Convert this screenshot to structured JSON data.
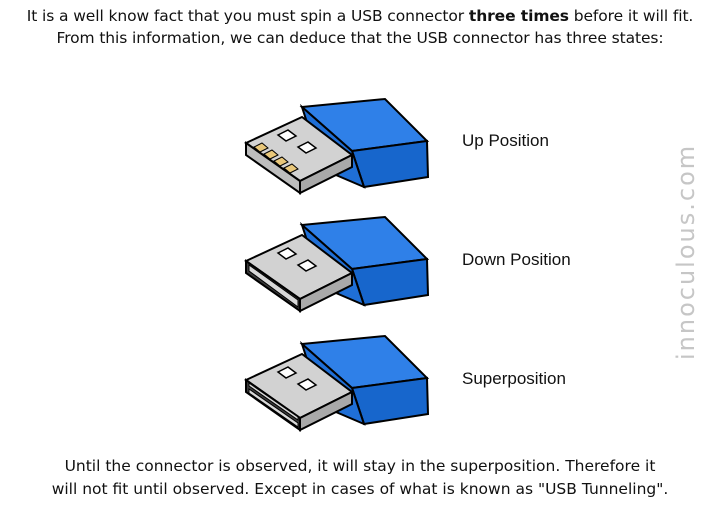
{
  "intro": {
    "line1_before": "It is a well know fact that you must spin a USB connector ",
    "line1_bold": "three times",
    "line1_after": " before it will fit.",
    "line2": "From this information, we can deduce that the USB connector has three states:"
  },
  "states": [
    {
      "label": "Up Position"
    },
    {
      "label": "Down Position"
    },
    {
      "label": "Superposition"
    }
  ],
  "outro": {
    "line1": "Until the connector is observed, it will stay in the superposition. Therefore it",
    "line2": "will not fit until observed. Except in cases of what is known as \"USB Tunneling\"."
  },
  "watermark": "innoculous.com",
  "colors": {
    "housing": "#1f6fd6",
    "housing_top": "#2f80e8",
    "metal": "#cfcfcf",
    "contacts": "#e8c77a"
  }
}
